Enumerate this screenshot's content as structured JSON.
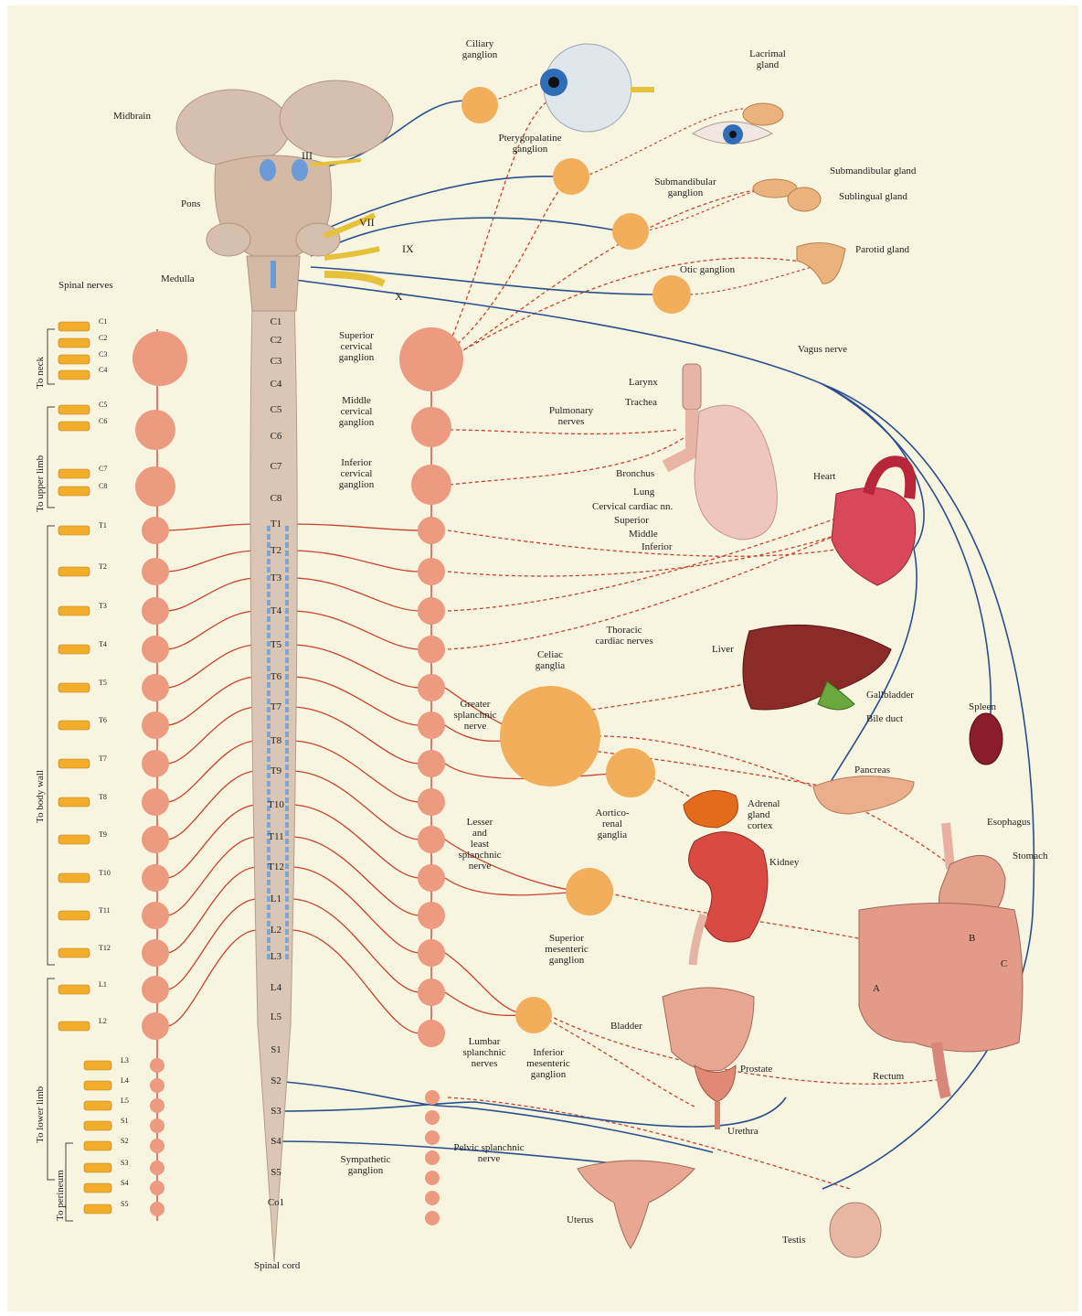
{
  "colors": {
    "background": "#f7f4df",
    "sympathetic": "#c8422e",
    "parasympathetic": "#2a4f8f",
    "sympathetic_ganglion": "#ec9a80",
    "para_ganglion": "#f2ae5a",
    "spinal_cord": "#d9c6b4",
    "nerve_yellow": "#e6c23a"
  },
  "brain": {
    "midbrain": "Midbrain",
    "pons": "Pons",
    "medulla": "Medulla",
    "cn3": "III",
    "cn7": "VII",
    "cn9": "IX",
    "cn10": "X"
  },
  "spinal_nerves_label": "Spinal nerves",
  "spinal_cord_label": "Spinal cord",
  "regions": {
    "neck": "To neck",
    "upper_limb": "To upper limb",
    "body_wall": "To body wall",
    "lower_limb": "To lower limb",
    "perineum": "To perineum"
  },
  "segments": [
    "C1",
    "C2",
    "C3",
    "C4",
    "C5",
    "C6",
    "C7",
    "C8",
    "T1",
    "T2",
    "T3",
    "T4",
    "T5",
    "T6",
    "T7",
    "T8",
    "T9",
    "T10",
    "T11",
    "T12",
    "L1",
    "L2",
    "L3",
    "L4",
    "L5",
    "S1",
    "S2",
    "S3",
    "S4",
    "S5",
    "Co1"
  ],
  "nerves_left": [
    "C1",
    "C2",
    "C3",
    "C4",
    "C5",
    "C6",
    "C7",
    "C8",
    "T1",
    "T2",
    "T3",
    "T4",
    "T5",
    "T6",
    "T7",
    "T8",
    "T9",
    "T10",
    "T11",
    "T12",
    "L1",
    "L2",
    "L3",
    "L4",
    "L5",
    "S1",
    "S2",
    "S3",
    "S4",
    "S5"
  ],
  "ganglia": {
    "ciliary": "Ciliary\nganglion",
    "pterygopalatine": "Pterygopalatine\nganglion",
    "submandibular": "Submandibular\nganglion",
    "otic": "Otic ganglion",
    "superior_cervical": "Superior\ncervical\nganglion",
    "middle_cervical": "Middle\ncervical\nganglion",
    "inferior_cervical": "Inferior\ncervical\nganglion",
    "celiac": "Celiac\nganglia",
    "aorticorenal": "Aortico-\nrenal\nganglia",
    "superior_mesenteric": "Superior\nmesenteric\nganglion",
    "inferior_mesenteric": "Inferior\nmesenteric\nganglion",
    "sympathetic": "Sympathetic\nganglion"
  },
  "nerves": {
    "vagus": "Vagus nerve",
    "pulmonary": "Pulmonary\nnerves",
    "cervical_cardiac": "Cervical cardiac nn.",
    "cc_superior": "Superior",
    "cc_middle": "Middle",
    "cc_inferior": "Inferior",
    "thoracic_cardiac": "Thoracic\ncardiac nerves",
    "greater_splanchnic": "Greater\nsplanchnic\nnerve",
    "lesser_splanchnic": "Lesser\nand\nleast\nsplanchnic\nnerve",
    "lumbar_splanchnic": "Lumbar\nsplanchnic\nnerves",
    "pelvic_splanchnic": "Pelvic splanchnic\nnerve"
  },
  "organs": {
    "lacrimal": "Lacrimal\ngland",
    "submandibular_gland": "Submandibular gland",
    "sublingual": "Sublingual  gland",
    "parotid": "Parotid gland",
    "larynx": "Larynx",
    "trachea": "Trachea",
    "bronchus": "Bronchus",
    "lung": "Lung",
    "heart": "Heart",
    "liver": "Liver",
    "gallbladder": "Gallbladder",
    "bile_duct": "Bile duct",
    "spleen": "Spleen",
    "pancreas": "Pancreas",
    "adrenal": "Adrenal\ngland\ncortex",
    "kidney": "Kidney",
    "esophagus": "Esophagus",
    "stomach": "Stomach",
    "bladder": "Bladder",
    "prostate": "Prostate",
    "urethra": "Urethra",
    "rectum": "Rectum",
    "uterus": "Uterus",
    "testis": "Testis"
  },
  "intestine_marks": {
    "a": "A",
    "b": "B",
    "c": "C"
  }
}
